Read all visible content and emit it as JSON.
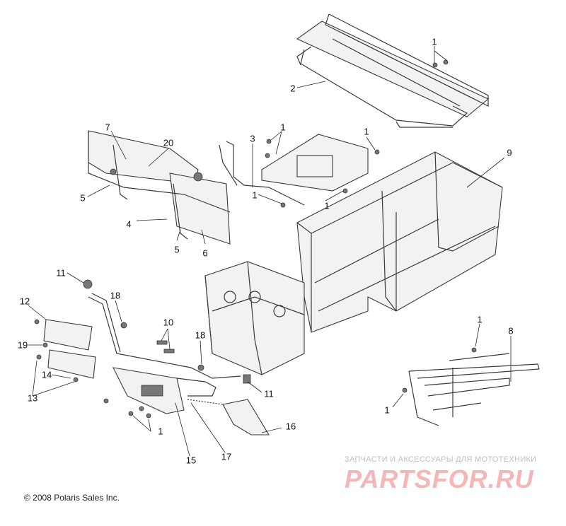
{
  "diagram": {
    "callouts": [
      {
        "id": "c1a",
        "label": "1"
      },
      {
        "id": "c2",
        "label": "2"
      },
      {
        "id": "c7",
        "label": "7"
      },
      {
        "id": "c20",
        "label": "20"
      },
      {
        "id": "c3",
        "label": "3"
      },
      {
        "id": "c1b",
        "label": "1"
      },
      {
        "id": "c1c",
        "label": "1"
      },
      {
        "id": "c9",
        "label": "9"
      },
      {
        "id": "c5a",
        "label": "5"
      },
      {
        "id": "c1d",
        "label": "1"
      },
      {
        "id": "c1e",
        "label": "1"
      },
      {
        "id": "c4",
        "label": "4"
      },
      {
        "id": "c5b",
        "label": "5"
      },
      {
        "id": "c6",
        "label": "6"
      },
      {
        "id": "c11a",
        "label": "11"
      },
      {
        "id": "c18a",
        "label": "18"
      },
      {
        "id": "c12",
        "label": "12"
      },
      {
        "id": "c10",
        "label": "10"
      },
      {
        "id": "c18b",
        "label": "18"
      },
      {
        "id": "c1f",
        "label": "1"
      },
      {
        "id": "c8",
        "label": "8"
      },
      {
        "id": "c19",
        "label": "19"
      },
      {
        "id": "c14",
        "label": "14"
      },
      {
        "id": "c13",
        "label": "13"
      },
      {
        "id": "c11b",
        "label": "11"
      },
      {
        "id": "c1g",
        "label": "1"
      },
      {
        "id": "c16",
        "label": "16"
      },
      {
        "id": "c1h",
        "label": "1"
      },
      {
        "id": "c15",
        "label": "15"
      },
      {
        "id": "c17",
        "label": "17"
      }
    ],
    "copyright": "© 2008 Polaris Sales Inc.",
    "watermark": {
      "subtitle": "ЗАПЧАСТИ И АКСЕССУАРЫ ДЛЯ МОТОТЕХНИКИ",
      "logo": "PARTSFOR.RU"
    }
  }
}
